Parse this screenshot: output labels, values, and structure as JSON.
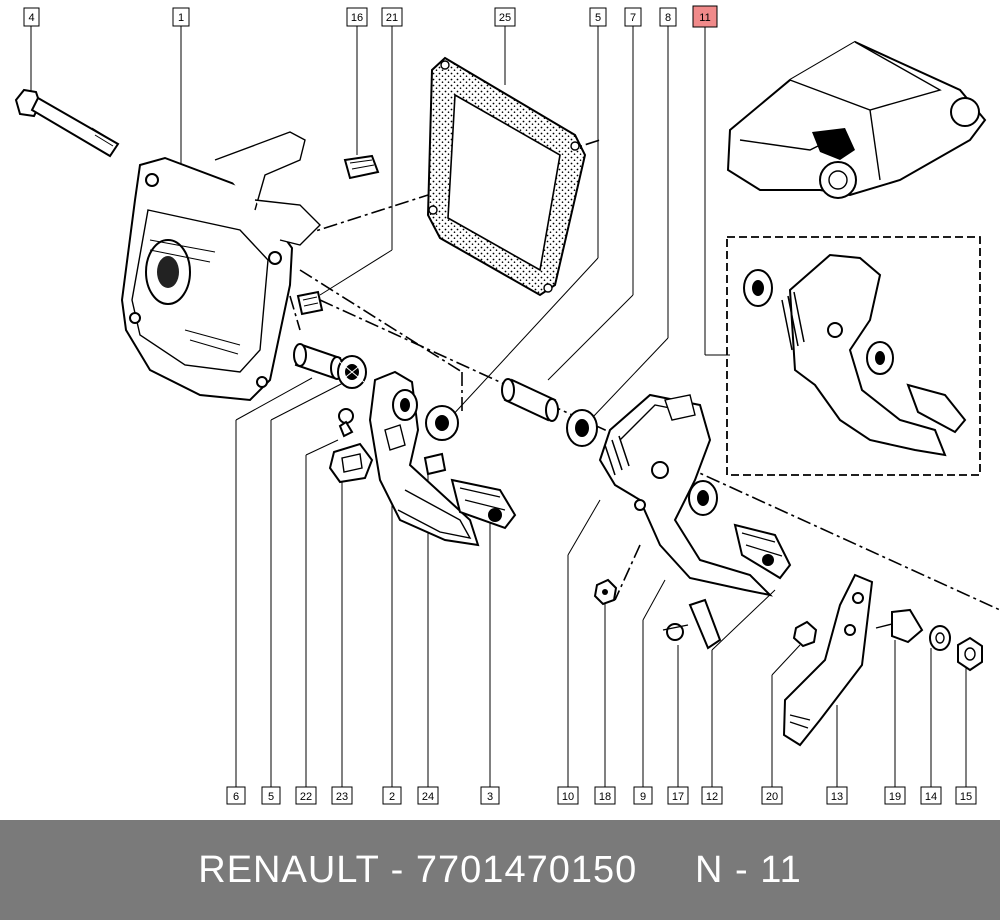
{
  "footer": {
    "brand": "RENAULT",
    "separator": " - ",
    "part_number": "7701470150",
    "ref": "N - 11"
  },
  "highlight_color": "#f08a8a",
  "callouts": {
    "c4": "4",
    "c1": "1",
    "c16": "16",
    "c21": "21",
    "c25": "25",
    "c5t": "5",
    "c7": "7",
    "c8": "8",
    "c11": "11",
    "c6": "6",
    "c5b": "5",
    "c22": "22",
    "c23": "23",
    "c2": "2",
    "c24": "24",
    "c3": "3",
    "c10": "10",
    "c18": "18",
    "c9": "9",
    "c17": "17",
    "c12": "12",
    "c20": "20",
    "c13": "13",
    "c19": "19",
    "c14": "14",
    "c15": "15"
  },
  "highlighted_callout": "11"
}
